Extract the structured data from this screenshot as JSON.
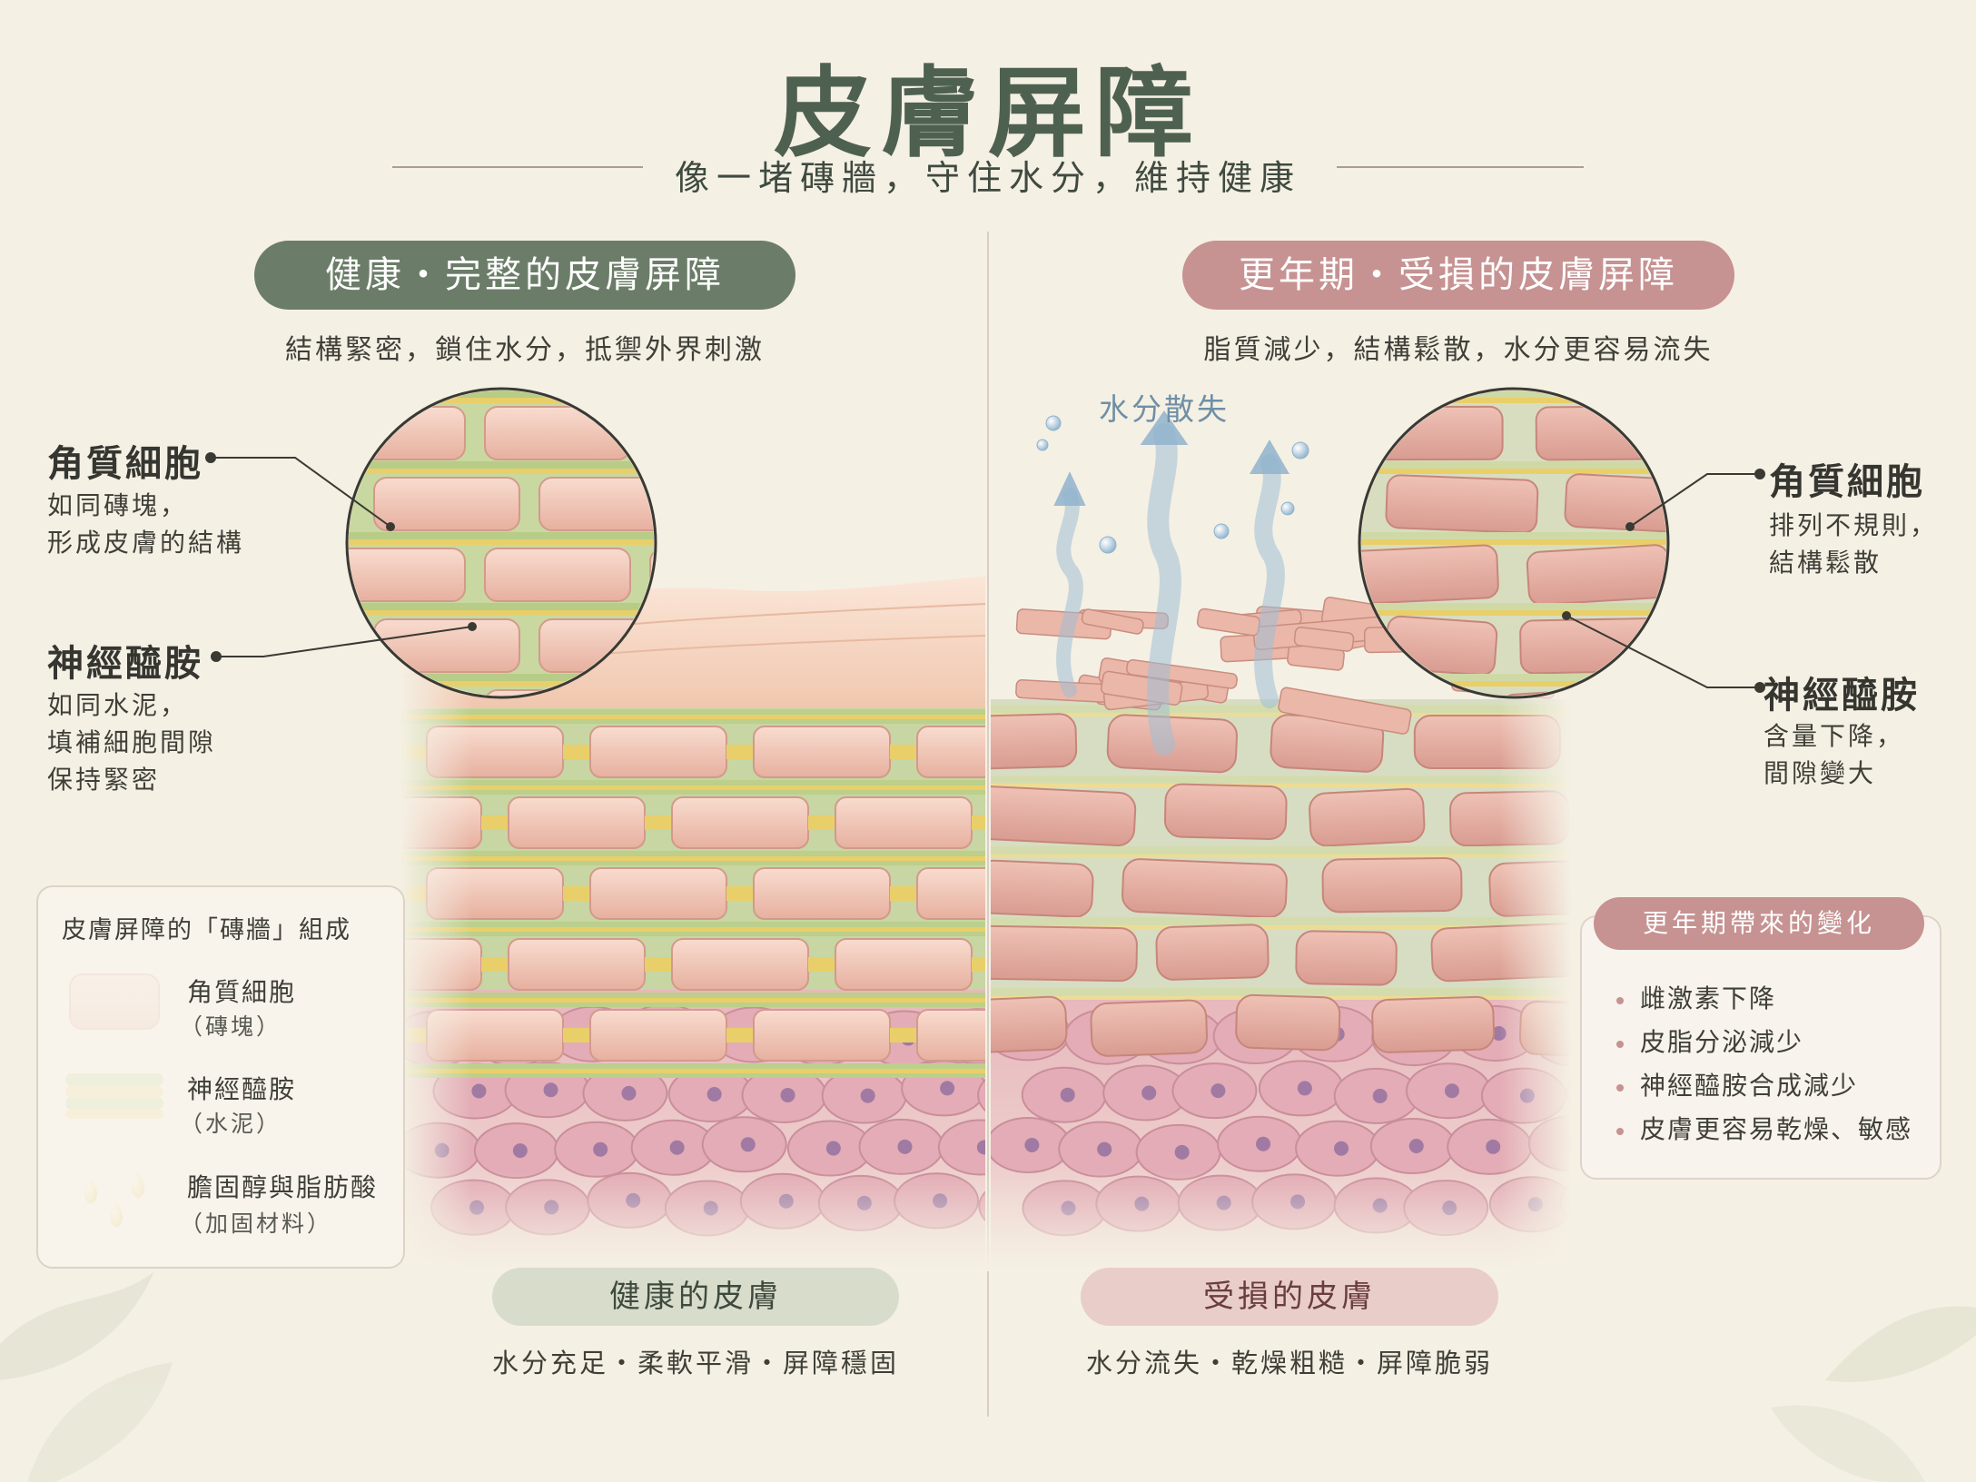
{
  "header": {
    "title": "皮膚屏障",
    "subtitle": "像一堵磚牆，守住水分，維持健康"
  },
  "healthy": {
    "heading": "健康・完整的皮膚屏障",
    "description": "結構緊密，鎖住水分，抵禦外界刺激",
    "callouts": [
      {
        "title": "角質細胞",
        "lines": [
          "如同磚塊，",
          "形成皮膚的結構"
        ]
      },
      {
        "title": "神經醯胺",
        "lines": [
          "如同水泥，",
          "填補細胞間隙",
          "保持緊密"
        ]
      }
    ],
    "bottom_label": "健康的皮膚",
    "bottom_description": "水分充足・柔軟平滑・屏障穩固"
  },
  "damaged": {
    "heading": "更年期・受損的皮膚屏障",
    "description": "脂質減少，結構鬆散，水分更容易流失",
    "water_loss_label": "水分散失",
    "callouts": [
      {
        "title": "角質細胞",
        "lines": [
          "排列不規則，",
          "結構鬆散"
        ]
      },
      {
        "title": "神經醯胺",
        "lines": [
          "含量下降，",
          "間隙變大"
        ]
      }
    ],
    "bottom_label": "受損的皮膚",
    "bottom_description": "水分流失・乾燥粗糙・屏障脆弱"
  },
  "legend": {
    "title": "皮膚屏障的「磚牆」組成",
    "items": [
      {
        "label": "角質細胞",
        "sub": "（磚塊）"
      },
      {
        "label": "神經醯胺",
        "sub": "（水泥）"
      },
      {
        "label": "膽固醇與脂肪酸",
        "sub": "（加固材料）"
      }
    ]
  },
  "menopause_changes": {
    "title": "更年期帶來的變化",
    "items": [
      "雌激素下降",
      "皮脂分泌減少",
      "神經醯胺合成減少",
      "皮膚更容易乾燥、敏感"
    ]
  },
  "colors": {
    "background": "#f5f0e4",
    "green": "#6b7d68",
    "rose": "#c69292",
    "brick": "#efc3b3",
    "mortar_green": "#bccf8b",
    "mortar_yellow": "#e9cf6a",
    "water": "#9fc0d6"
  }
}
